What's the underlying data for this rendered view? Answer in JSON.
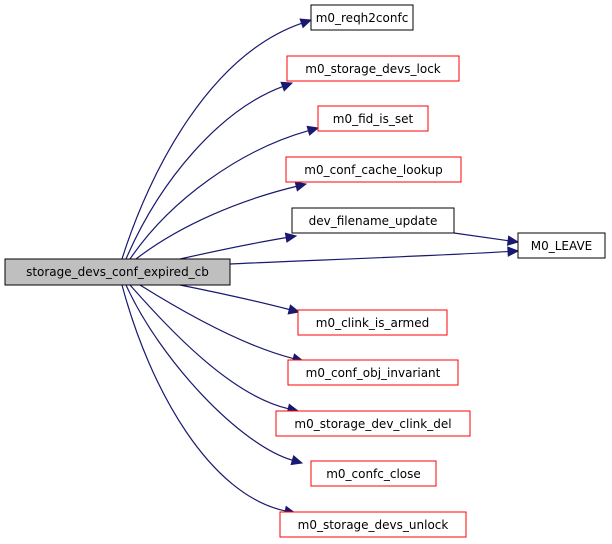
{
  "diagram": {
    "type": "call-graph",
    "colors": {
      "edge": "#191970",
      "root_fill": "#bfbfbf",
      "root_border": "#000000",
      "documented_border": "#000000",
      "undocumented_border": "#ff0000",
      "node_fill": "#ffffff"
    },
    "root": {
      "id": "root",
      "label": "storage_devs_conf_expired_cb"
    },
    "nodes": [
      {
        "id": "reqh2confc",
        "label": "m0_reqh2confc",
        "border": "black"
      },
      {
        "id": "devs_lock",
        "label": "m0_storage_devs_lock",
        "border": "red"
      },
      {
        "id": "fid_is_set",
        "label": "m0_fid_is_set",
        "border": "red"
      },
      {
        "id": "cache_lookup",
        "label": "m0_conf_cache_lookup",
        "border": "red"
      },
      {
        "id": "filename_update",
        "label": "dev_filename_update",
        "border": "black"
      },
      {
        "id": "leave",
        "label": "M0_LEAVE",
        "border": "black"
      },
      {
        "id": "clink_is_armed",
        "label": "m0_clink_is_armed",
        "border": "red"
      },
      {
        "id": "obj_invariant",
        "label": "m0_conf_obj_invariant",
        "border": "red"
      },
      {
        "id": "clink_del",
        "label": "m0_storage_dev_clink_del",
        "border": "red"
      },
      {
        "id": "confc_close",
        "label": "m0_confc_close",
        "border": "red"
      },
      {
        "id": "devs_unlock",
        "label": "m0_storage_devs_unlock",
        "border": "red"
      }
    ],
    "edges": [
      {
        "from": "root",
        "to": "reqh2confc"
      },
      {
        "from": "root",
        "to": "devs_lock"
      },
      {
        "from": "root",
        "to": "fid_is_set"
      },
      {
        "from": "root",
        "to": "cache_lookup"
      },
      {
        "from": "root",
        "to": "filename_update"
      },
      {
        "from": "root",
        "to": "leave"
      },
      {
        "from": "filename_update",
        "to": "leave"
      },
      {
        "from": "root",
        "to": "clink_is_armed"
      },
      {
        "from": "root",
        "to": "obj_invariant"
      },
      {
        "from": "root",
        "to": "clink_del"
      },
      {
        "from": "root",
        "to": "confc_close"
      },
      {
        "from": "root",
        "to": "devs_unlock"
      }
    ]
  }
}
